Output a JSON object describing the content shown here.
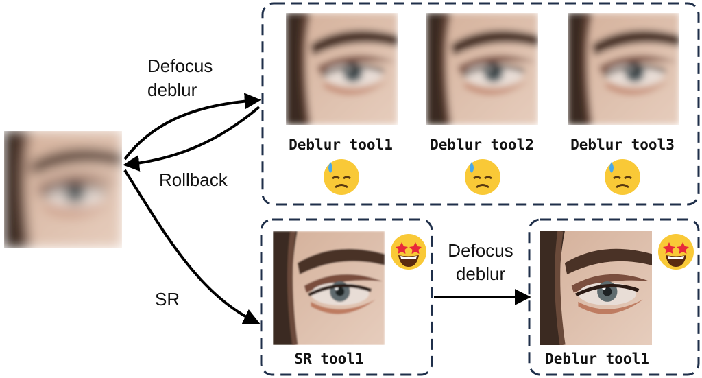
{
  "labels": {
    "defocus_deblur_top_line1": "Defocus",
    "defocus_deblur_top_line2": "deblur",
    "rollback": "Rollback",
    "sr": "SR",
    "defocus_deblur_mid_line1": "Defocus",
    "defocus_deblur_mid_line2": "deblur"
  },
  "tools": {
    "deblur1": "Deblur tool1",
    "deblur2": "Deblur tool2",
    "deblur3": "Deblur tool3",
    "sr1": "SR tool1",
    "deblur_after_sr": "Deblur tool1"
  },
  "emoji": {
    "failure": "downcast-face-with-sweat",
    "success": "star-struck-face"
  },
  "colors": {
    "box_border": "#1f2f4a",
    "arrow": "#000000",
    "skin": "#d9b9a4",
    "hair": "#3a2a22"
  }
}
